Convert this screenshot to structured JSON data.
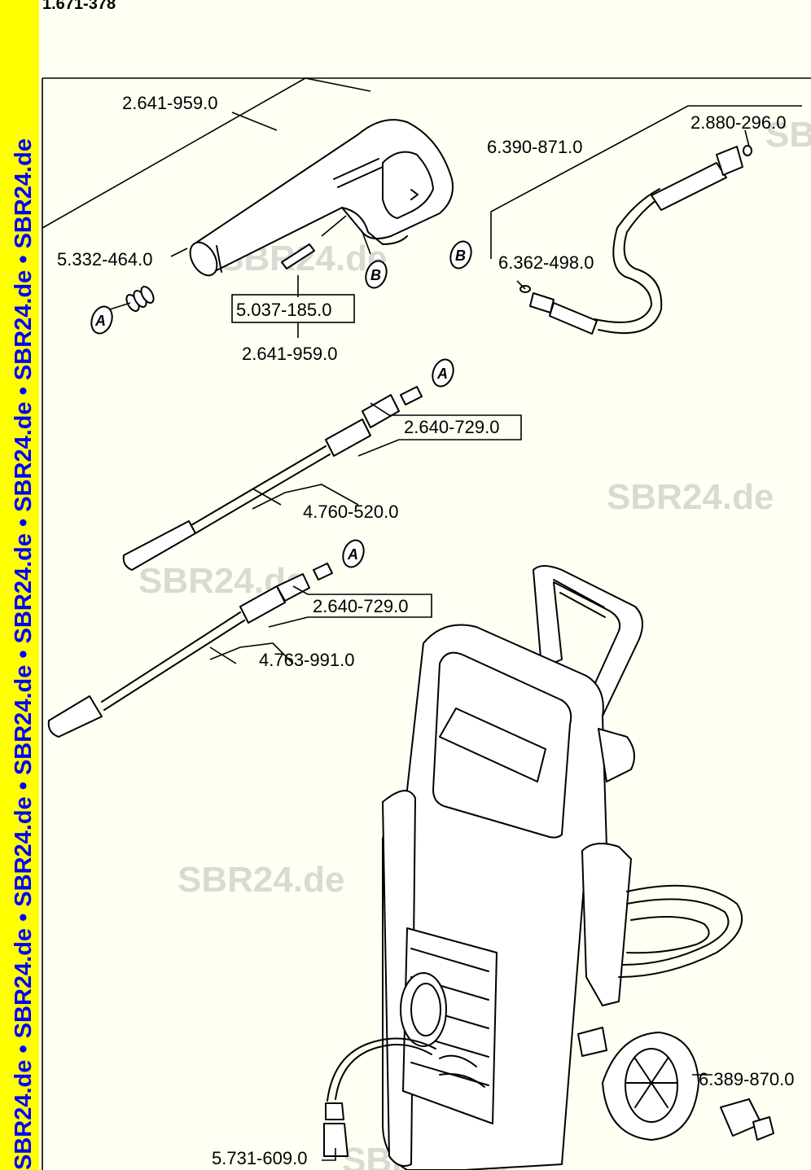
{
  "document": {
    "number": "1.671-378"
  },
  "banner": {
    "text": "SBR24.de • SBR24.de • SBR24.de • SBR24.de • SBR24.de • SBR24.de • SBR24.de • SBR24.de",
    "color": "#0000ff",
    "background": "#ffff00"
  },
  "watermark": {
    "text": "SBR24.de"
  },
  "callouts": {
    "a": "A",
    "b": "B"
  },
  "parts": {
    "gun_top": "2.641-959.0",
    "gun_seal": "5.332-464.0",
    "gun_clip": "5.037-185.0",
    "gun_bottom": "2.641-959.0",
    "hose_oring": "2.880-296.0",
    "hose": "6.390-871.0",
    "hose_end": "6.362-498.0",
    "lance1_adapter": "2.640-729.0",
    "lance1": "4.760-520.0",
    "lance2_adapter": "2.640-729.0",
    "lance2": "4.763-991.0",
    "coupling": "6.389-870.0",
    "filter": "5.731-609.0"
  }
}
